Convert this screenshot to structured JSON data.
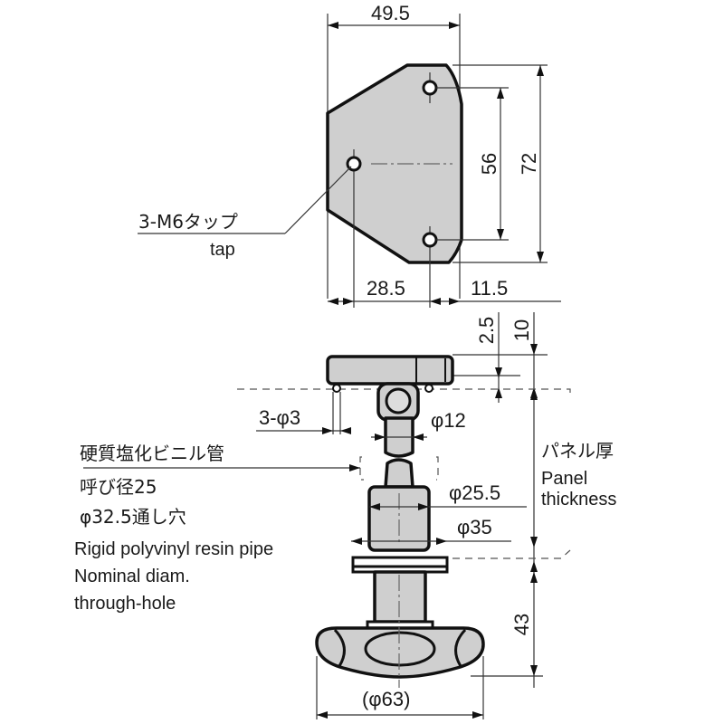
{
  "top_view": {
    "dim_width": "49.5",
    "dim_hole_pitch": "56",
    "dim_height": "72",
    "dim_left_to_hole": "28.5",
    "dim_right_offset": "11.5",
    "tap_label_jp": "3-M6タップ",
    "tap_label_en": "tap"
  },
  "side_view": {
    "dim_top_2_5": "2.5",
    "dim_top_10": "10",
    "dim_holes": "3-φ3",
    "dim_shaft": "φ12",
    "dim_body": "φ25.5",
    "dim_flange": "φ35",
    "dim_length": "43",
    "dim_handle": "(φ63)"
  },
  "pipe_note": {
    "jp_line1": "硬質塩化ビニル管",
    "jp_line2": "呼び径25",
    "jp_line3": "φ32.5通し穴",
    "en_line1": "Rigid polyvinyl resin pipe",
    "en_line2": "Nominal diam.",
    "en_line3": "through-hole"
  },
  "panel_note": {
    "jp": "パネル厚",
    "en_line1": "Panel",
    "en_line2": "thickness"
  }
}
